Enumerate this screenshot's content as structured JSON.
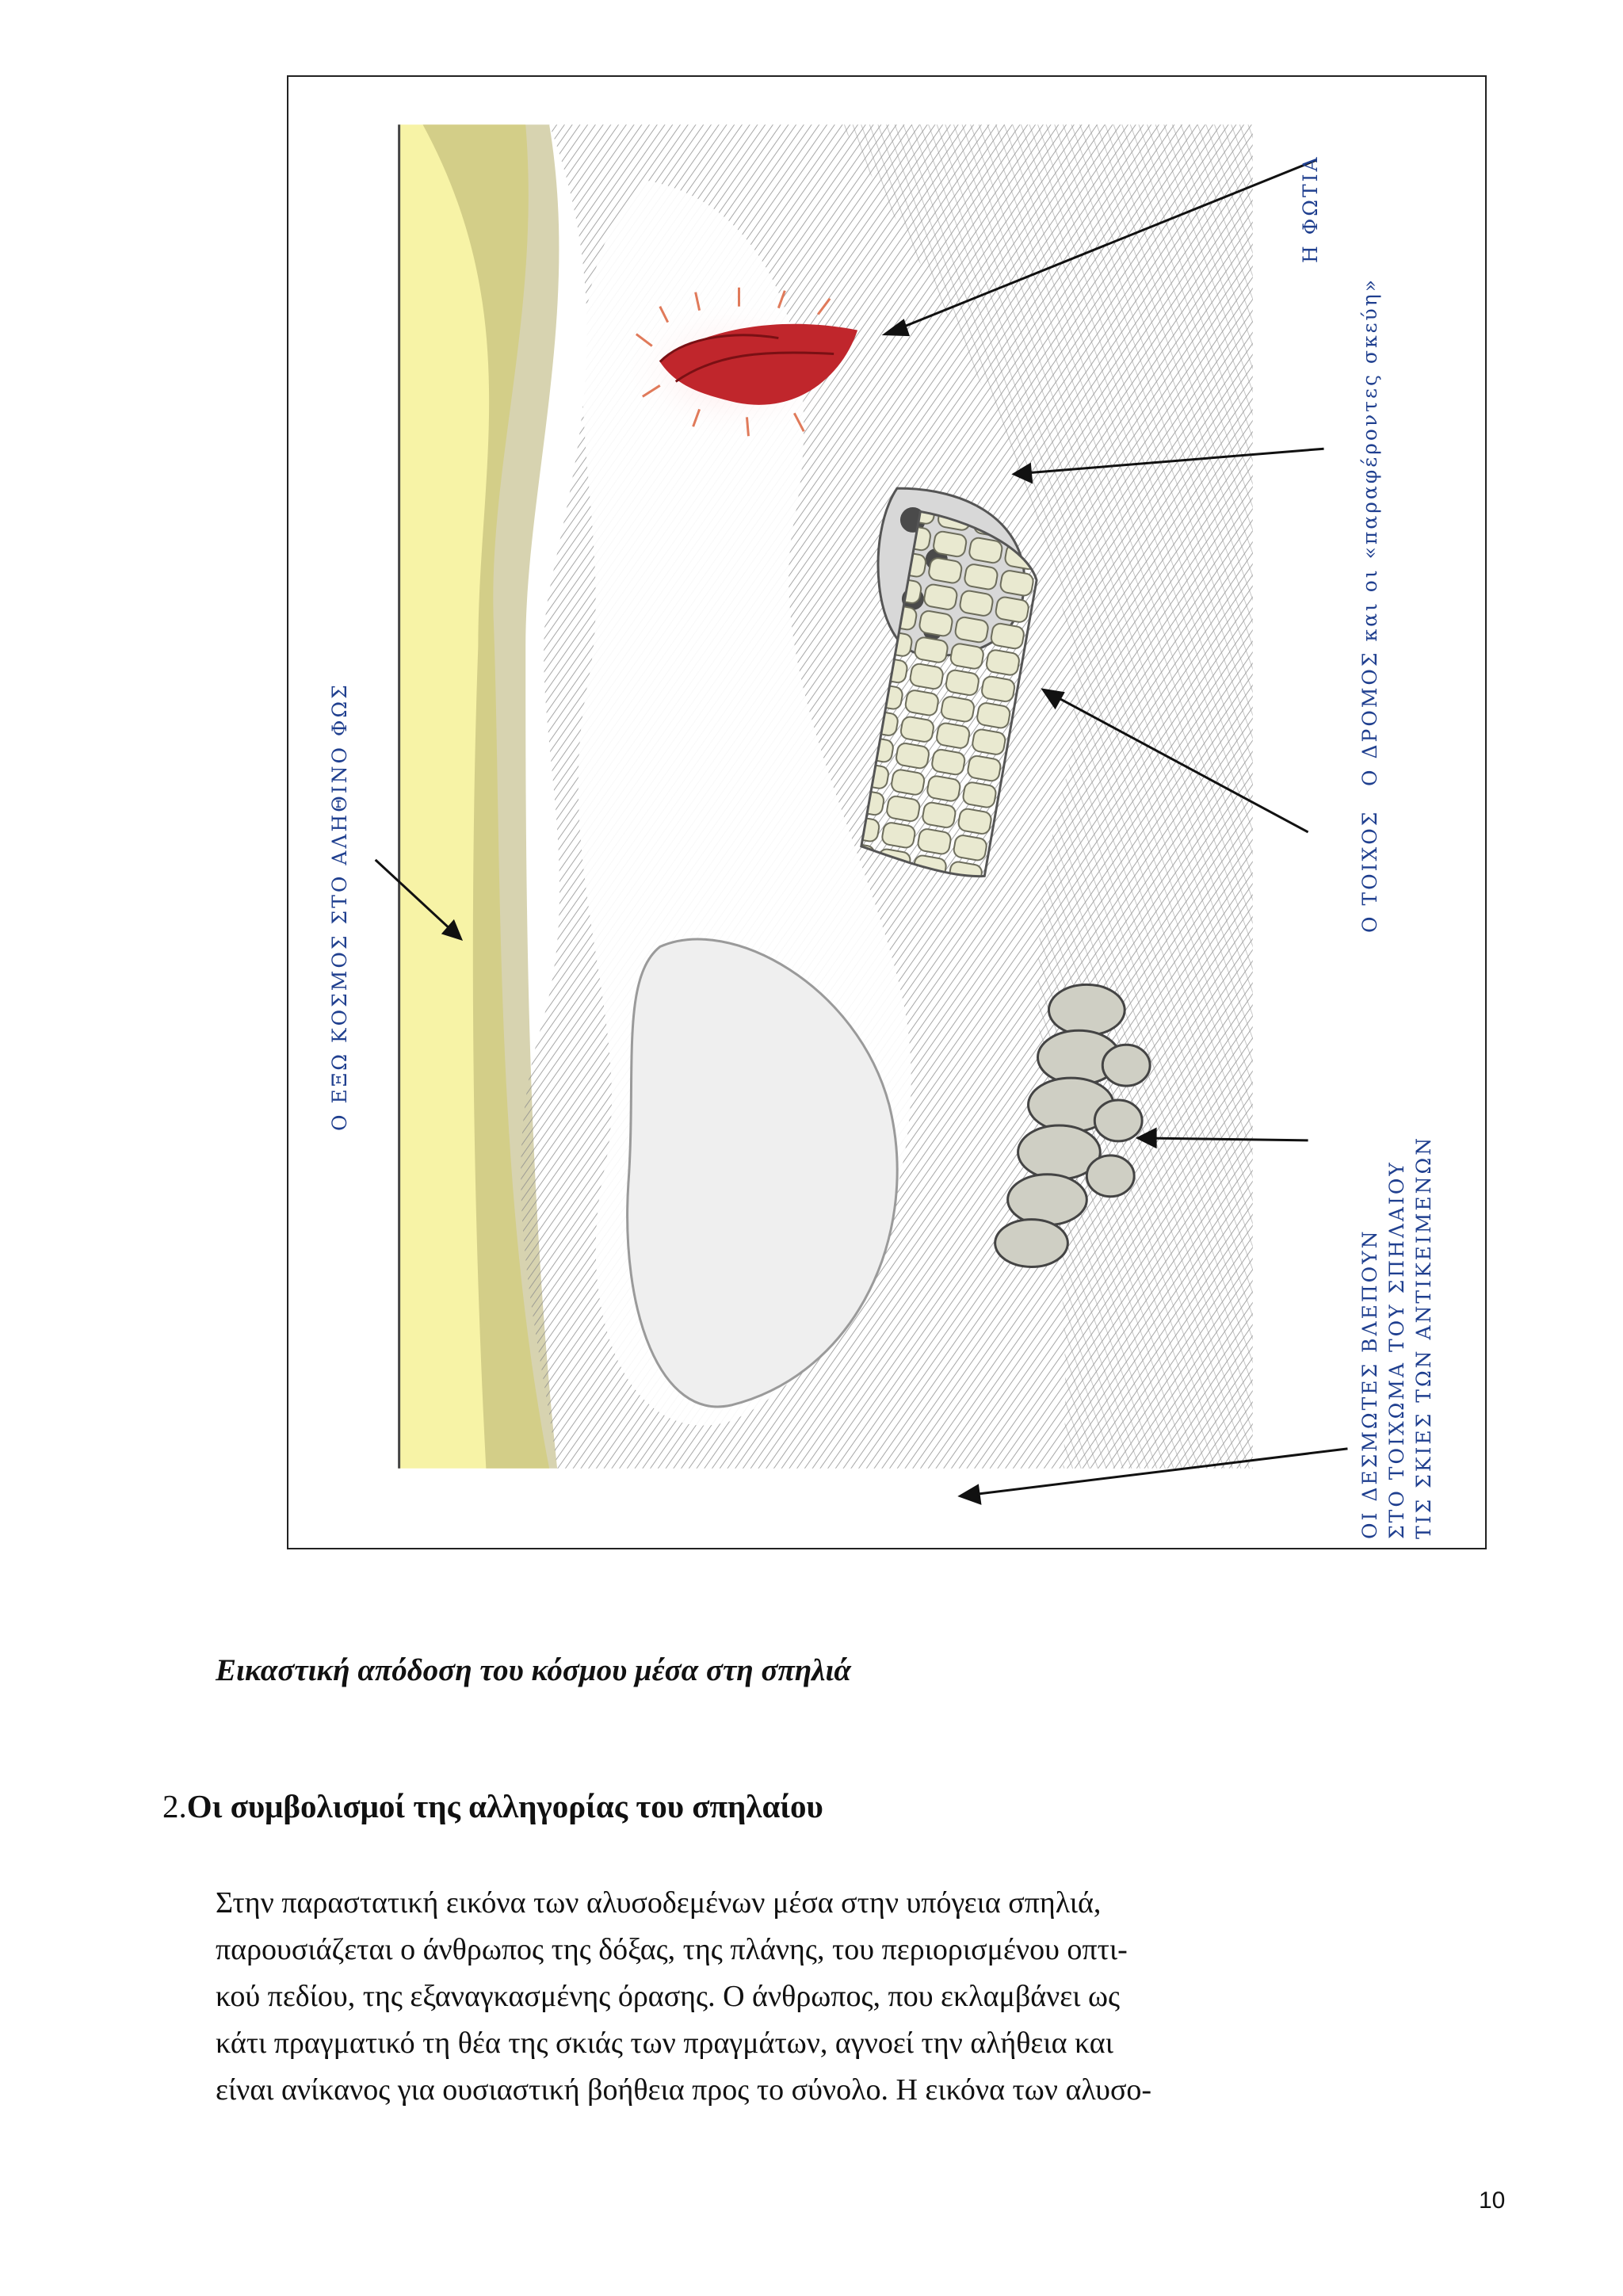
{
  "figure": {
    "labels": {
      "outside_world": "Ο ΕΞΩ ΚΟΣΜΟΣ ΣΤΟ ΑΛΗΘΙΝΟ ΦΩΣ",
      "fire": "Η ΦΩΤΙΑ",
      "road": "Ο ΔΡΟΜΟΣ   και οι «παραφέροντες σκεύη»",
      "wall": "Ο ΤΟΙΧΟΣ",
      "prisoners_line1": "ΟΙ ΔΕΣΜΩΤΕΣ ΒΛΕΠΟΥΝ",
      "prisoners_line2": "ΣΤΟ ΤΟΙΧΩΜΑ ΤΟΥ ΣΠΗΛΑΙΟΥ",
      "prisoners_line3": "ΤΙΣ ΣΚΙΕΣ ΤΩΝ ΑΝΤΙΚΕΙΜΕΝΩΝ"
    }
  },
  "caption": "Εικαστική απόδοση του κόσμου μέσα στη σπηλιά",
  "section": {
    "number": "2.",
    "title": "Οι συμβολισμοί της αλληγορίας του σπηλαίου"
  },
  "body_lines": [
    "Στην παραστατική εικόνα των αλυσοδεμένων μέσα στην υπόγεια σπηλιά,",
    "παρουσιάζεται ο άνθρωπος της δόξας, της πλάνης, του περιορισμένου οπτι-",
    "κού πεδίου, της εξαναγκασμένης όρασης. Ο άνθρωπος, που εκλαμβάνει ως",
    "κάτι πραγματικό τη θέα της σκιάς των πραγμάτων, αγνοεί την αλήθεια και",
    "είναι ανίκανος για ουσιαστική βοήθεια προς το σύνολο. Η εικόνα των αλυσο-"
  ],
  "page_number": "10"
}
